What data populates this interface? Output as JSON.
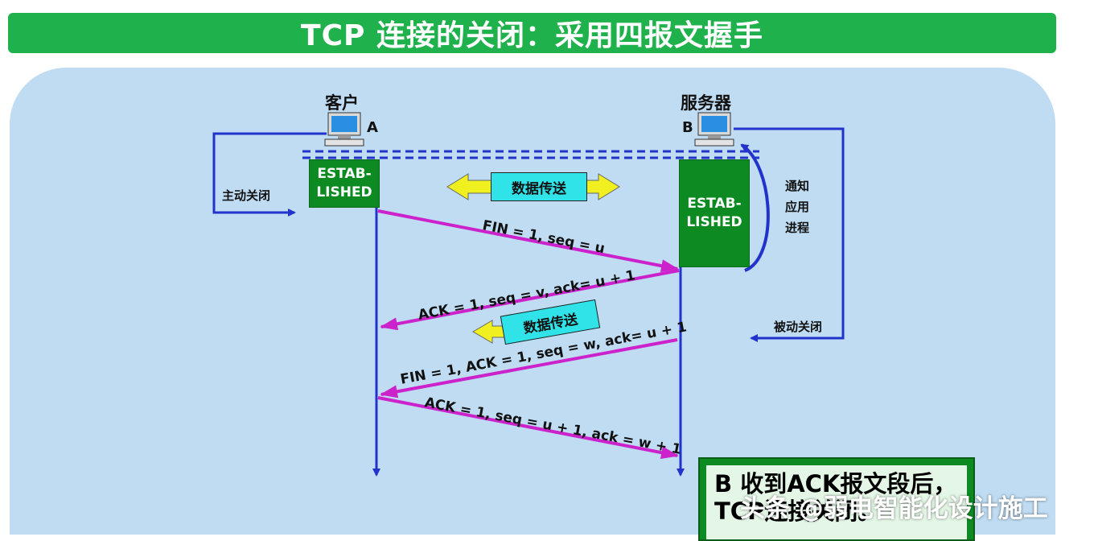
{
  "title": "TCP 连接的关闭：采用四报文握手",
  "nodes": {
    "client": {
      "name": "客户",
      "tag": "A",
      "state": "ESTAB-\nLISHED"
    },
    "server": {
      "name": "服务器",
      "tag": "B",
      "state": "ESTAB-\nLISHED"
    }
  },
  "side_labels": {
    "active_close": "主动关闭",
    "notify_app": "通知\n应用\n进程",
    "passive_close": "被动关闭"
  },
  "data_transfer_1": "数据传送",
  "data_transfer_2": "数据传送",
  "messages": [
    "FIN = 1, seq = u",
    "ACK = 1, seq = v, ack= u + 1",
    "FIN = 1, ACK = 1, seq = w, ack= u + 1",
    "ACK = 1, seq = u + 1, ack = w + 1"
  ],
  "note": "B 收到ACK报文段后，\nTCP连接关闭。",
  "watermark": "头条 @弱电智能化设计施工",
  "colors": {
    "title_bg": "#1fb14b",
    "panel_bg": "#bfdcf2",
    "state_green": "#0e8a23",
    "message_arrow": "#cc22cc",
    "timeline_blue": "#2233cc",
    "data_badge": "#2fe3e8",
    "yellow_arrow": "#f0f020"
  }
}
